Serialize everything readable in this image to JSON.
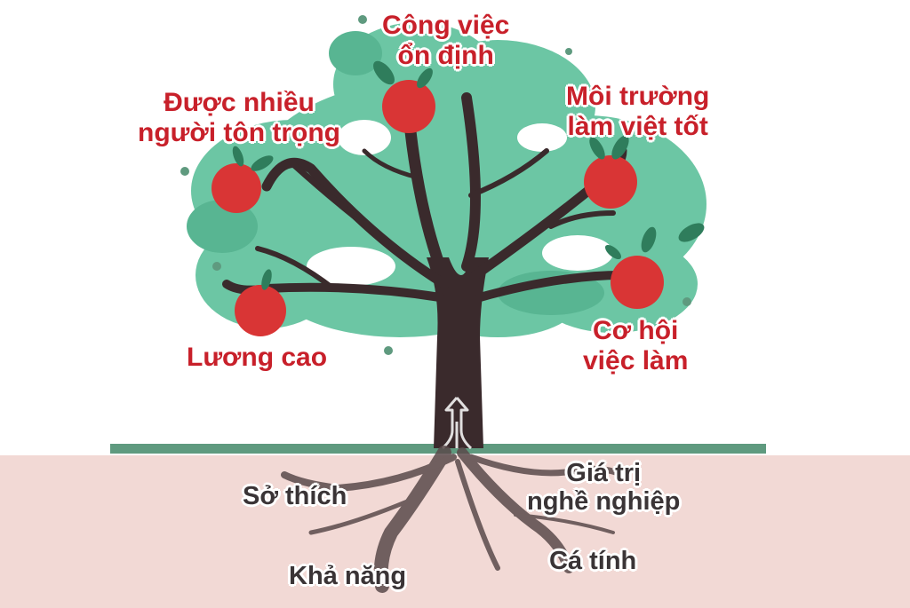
{
  "colors": {
    "background": "#ffffff",
    "soil": "#f2d9d5",
    "ground_line": "#5f9a7f",
    "foliage": "#6cc6a4",
    "foliage_dark": "#58b592",
    "trunk": "#3a2a2c",
    "fruit": "#d93535",
    "leaf": "#2f7d5c",
    "label_fruit": "#c8202a",
    "label_root": "#3a3436"
  },
  "fruits": [
    {
      "id": "cong-viec-on-dinh",
      "lines": [
        "Công việc",
        "ổn định"
      ]
    },
    {
      "id": "duoc-nhieu-nguoi-ton-trong",
      "lines": [
        "Được nhiều",
        "người tôn trọng"
      ]
    },
    {
      "id": "moi-truong-lam-viec-tot",
      "lines": [
        "Môi trường",
        "làm việt tốt"
      ]
    },
    {
      "id": "luong-cao",
      "lines": [
        "Lương cao"
      ]
    },
    {
      "id": "co-hoi-viec-lam",
      "lines": [
        "Cơ hội",
        "việc làm"
      ]
    }
  ],
  "roots": [
    {
      "id": "so-thich",
      "lines": [
        "Sở thích"
      ]
    },
    {
      "id": "gia-tri-nghe-nghiep",
      "lines": [
        "Giá trị",
        "nghề nghiệp"
      ]
    },
    {
      "id": "kha-nang",
      "lines": [
        "Khả năng"
      ]
    },
    {
      "id": "ca-tinh",
      "lines": [
        "Cá tính"
      ]
    }
  ]
}
